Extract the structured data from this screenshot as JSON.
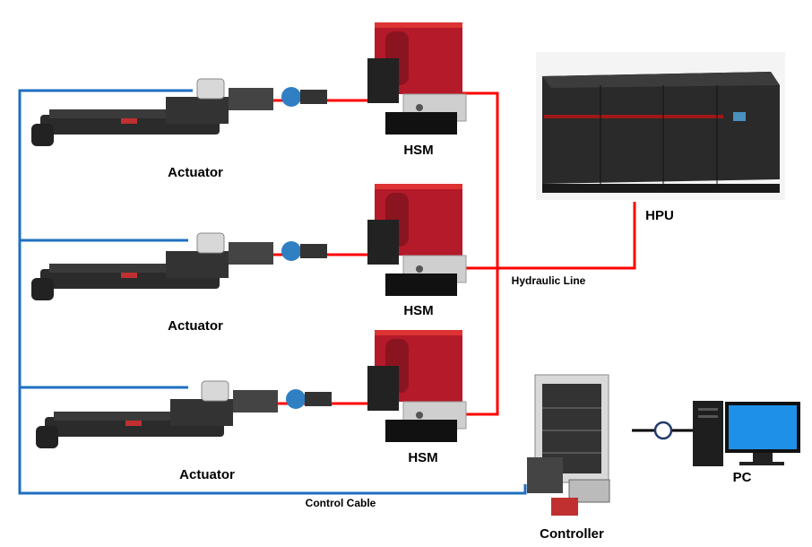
{
  "labels": {
    "actuator_1": "Actuator",
    "actuator_2": "Actuator",
    "actuator_3": "Actuator",
    "hsm_1": "HSM",
    "hsm_2": "HSM",
    "hsm_3": "HSM",
    "hpu": "HPU",
    "hydraulic_line": "Hydraulic Line",
    "control_cable": "Control Cable",
    "controller": "Controller",
    "pc": "PC"
  },
  "colors": {
    "hydraulic_line": "#ff0000",
    "control_cable": "#1f6fc1",
    "network_link": "#000000",
    "hsm_body": "#b51a2a",
    "hpu_body": "#2a2a2a"
  }
}
